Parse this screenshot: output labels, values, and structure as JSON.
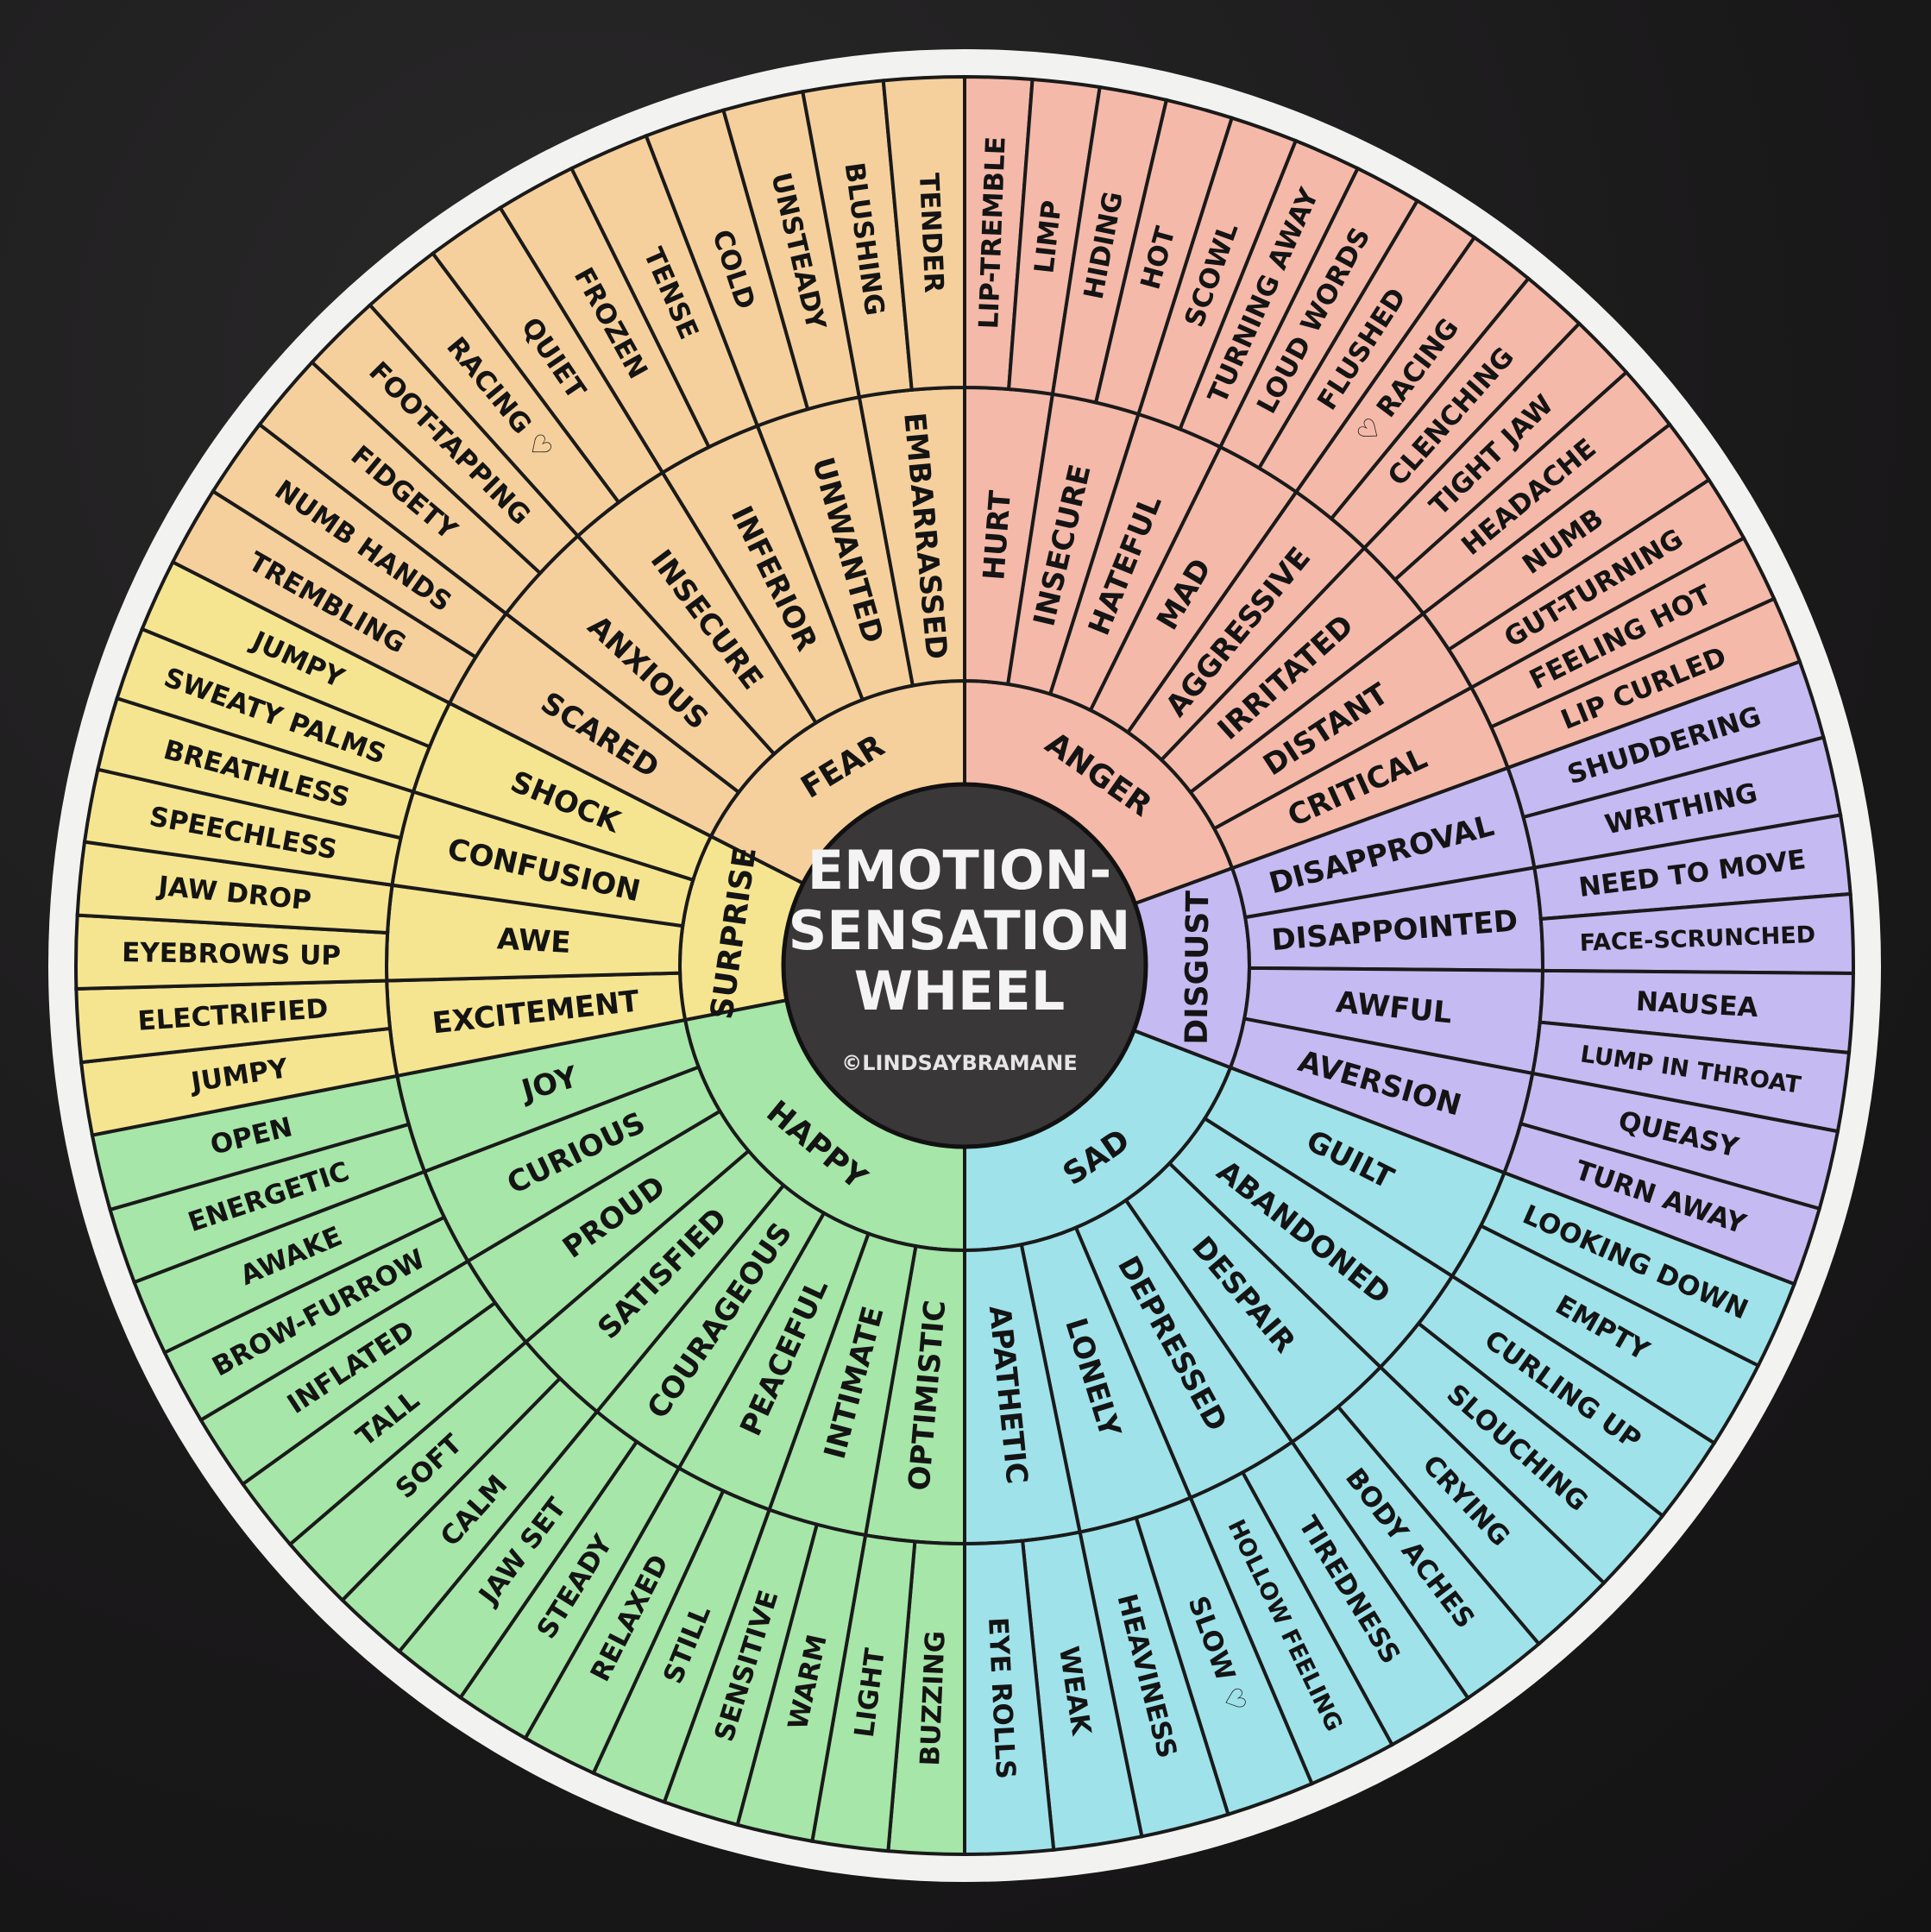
{
  "center": {
    "title_lines": [
      "EMOTION-",
      "SENSATION",
      "WHEEL"
    ],
    "credit": "©LINDSAYBRAMANE"
  },
  "emotions": [
    {
      "name": "Anger",
      "color": "#f4b9a9",
      "middle": [
        "Hurt",
        "Insecure",
        "Hateful",
        "Mad",
        "Aggressive",
        "Irritated",
        "Distant",
        "Critical"
      ],
      "outer": [
        "Lip-tremble",
        "Limp",
        "Hiding",
        "Hot",
        "Scowl",
        "Turning away",
        "Loud words",
        "Flushed",
        "♡ Racing",
        "Clenching",
        "Tight jaw",
        "Headache",
        "Numb",
        "Gut-turning",
        "Feeling hot",
        "Lip curled"
      ]
    },
    {
      "name": "Disgust",
      "color": "#c6baf2",
      "middle": [
        "Disapproval",
        "Disappointed",
        "Awful",
        "Aversion"
      ],
      "outer": [
        "Shuddering",
        "Writhing",
        "Need to move",
        "Face-scrunched",
        "Nausea",
        "Lump in throat",
        "Queasy",
        "Turn away"
      ]
    },
    {
      "name": "Sad",
      "color": "#9fe2ea",
      "middle": [
        "Guilt",
        "Abandoned",
        "Despair",
        "Depressed",
        "Lonely",
        "Apathetic"
      ],
      "outer": [
        "Looking down",
        "Empty",
        "Curling up",
        "Slouching",
        "Crying",
        "Body aches",
        "Tiredness",
        "Hollow feeling",
        "Slow ♡",
        "Heaviness",
        "Weak",
        "Eye rolls"
      ]
    },
    {
      "name": "Happy",
      "color": "#a6e6a8",
      "middle": [
        "Optimistic",
        "Intimate",
        "Peaceful",
        "Courageous",
        "Satisfied",
        "Proud",
        "Curious",
        "Joy"
      ],
      "outer": [
        "Buzzing",
        "Light",
        "Warm",
        "Sensitive",
        "Still",
        "Relaxed",
        "Steady",
        "Jaw set",
        "Calm",
        "Soft",
        "Tall",
        "Inflated",
        "Brow-furrow",
        "Awake",
        "Energetic",
        "Open"
      ]
    },
    {
      "name": "Surprise",
      "color": "#f6e590",
      "middle": [
        "Excitement",
        "Awe",
        "Confusion",
        "Shock"
      ],
      "outer": [
        "Jumpy",
        "Electrified",
        "Eyebrows up",
        "Jaw drop",
        "Speechless",
        "Breathless",
        "Sweaty palms",
        "Jumpy"
      ]
    },
    {
      "name": "Fear",
      "color": "#f6d09c",
      "middle": [
        "Scared",
        "Anxious",
        "Insecure",
        "Inferior",
        "Unwanted",
        "Embarrassed"
      ],
      "outer": [
        "Trembling",
        "Numb hands",
        "Fidgety",
        "Foot-tapping",
        "Racing ♡",
        "Quiet",
        "Frozen",
        "Tense",
        "Cold",
        "Unsteady",
        "Blushing",
        "Tender"
      ]
    }
  ]
}
